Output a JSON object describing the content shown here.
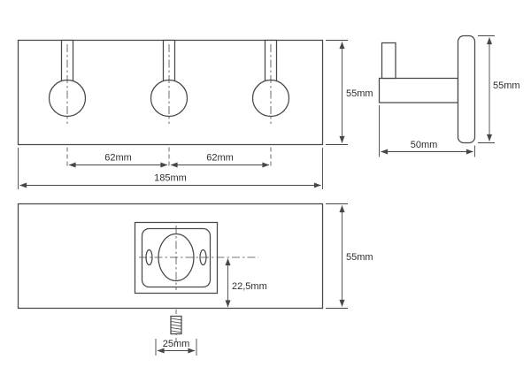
{
  "colors": {
    "background": "#ffffff",
    "line": "#474747",
    "text": "#2e2e2e"
  },
  "front_view": {
    "height_dim": "55mm",
    "spacing_dim_left": "62mm",
    "spacing_dim_right": "62mm",
    "width_dim": "185mm"
  },
  "side_view": {
    "height_dim": "55mm",
    "depth_dim": "50mm"
  },
  "back_view": {
    "height_dim": "55mm",
    "offset_dim": "22,5mm",
    "screw_dim": "25mm"
  }
}
